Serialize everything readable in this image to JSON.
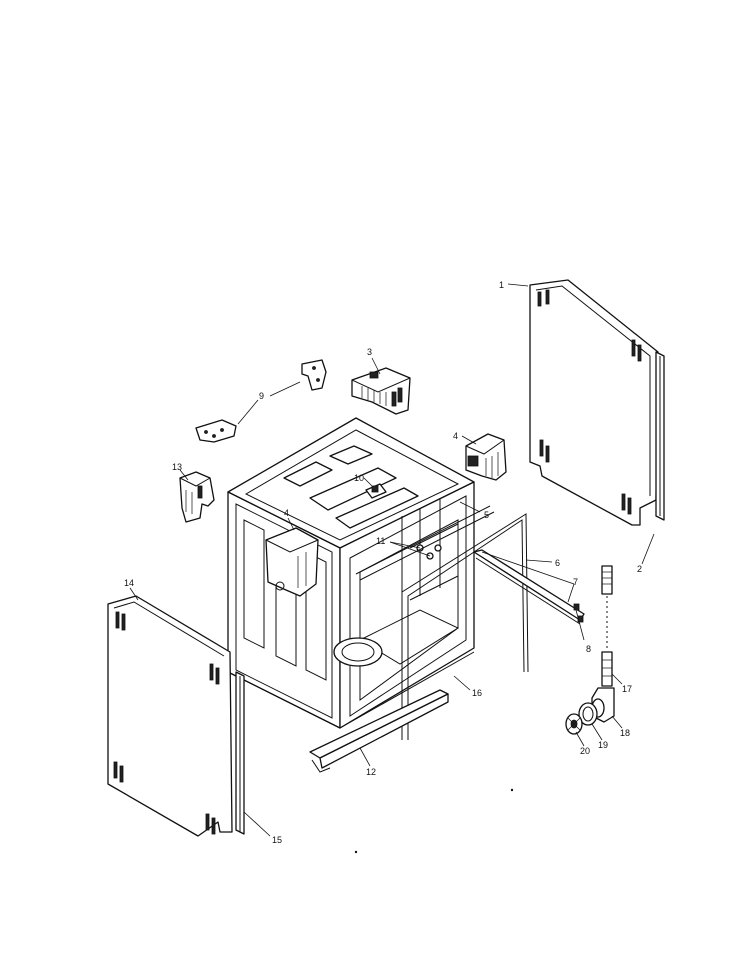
{
  "callouts": {
    "c1": "1",
    "c2": "2",
    "c3": "3",
    "c4a": "4",
    "c4b": "4",
    "c5": "5",
    "c6": "6",
    "c7": "7",
    "c8": "8",
    "c9": "9",
    "c10": "10",
    "c11": "11",
    "c12": "12",
    "c13": "13",
    "c14": "14",
    "c15": "15",
    "c16": "16",
    "c17": "17",
    "c18": "18",
    "c19": "19",
    "c20": "20"
  }
}
